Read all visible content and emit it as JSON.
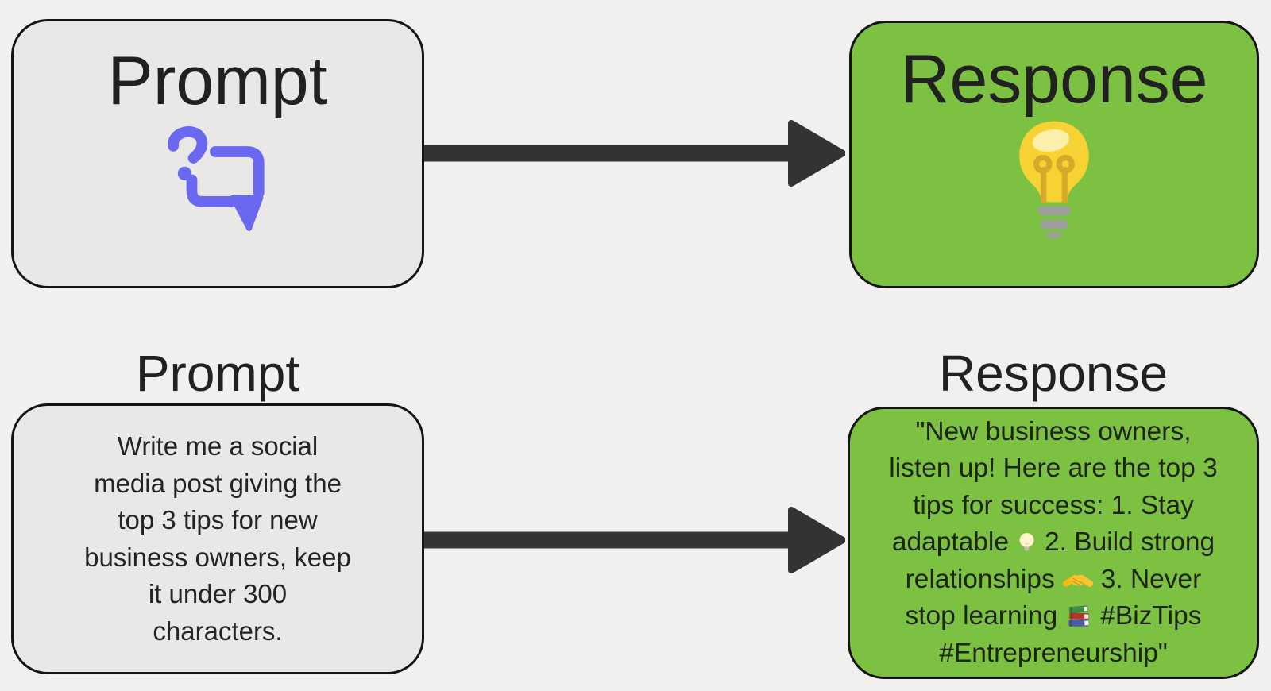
{
  "diagram": {
    "background_color": "#f1f0ef",
    "colors": {
      "card_gray": "#e9e8e7",
      "card_green": "#7cc142",
      "border": "#141414",
      "arrow": "#333333",
      "icon_purple": "#6968ef",
      "bulb_yellow": "#f7d233"
    },
    "top_row": {
      "prompt_card": {
        "title": "Prompt",
        "icon": "question-chat-icon"
      },
      "response_card": {
        "title": "Response",
        "icon": "lightbulb-icon"
      },
      "arrow": "right-arrow"
    },
    "bottom_row": {
      "prompt_label": "Prompt",
      "response_label": "Response",
      "arrow": "right-arrow",
      "prompt_text_lines": [
        "Write me a social",
        "media post giving the",
        "top 3 tips for new",
        "business owners, keep",
        "it under 300",
        "characters."
      ],
      "response_text_lines": [
        [
          {
            "text": "\"New business owners,"
          }
        ],
        [
          {
            "text": "listen up! Here are the top 3"
          }
        ],
        [
          {
            "text": "tips for success: 1. Stay"
          }
        ],
        [
          {
            "text": "adaptable"
          },
          {
            "emoji": "light-bulb",
            "char": "💡"
          },
          {
            "text": "2. Build strong"
          }
        ],
        [
          {
            "text": "relationships"
          },
          {
            "emoji": "handshake",
            "char": "🤝"
          },
          {
            "text": "3. Never"
          }
        ],
        [
          {
            "text": "stop learning"
          },
          {
            "emoji": "books",
            "char": "📚"
          },
          {
            "text": "#BizTips"
          }
        ],
        [
          {
            "text": "#Entrepreneurship\""
          }
        ]
      ]
    }
  }
}
